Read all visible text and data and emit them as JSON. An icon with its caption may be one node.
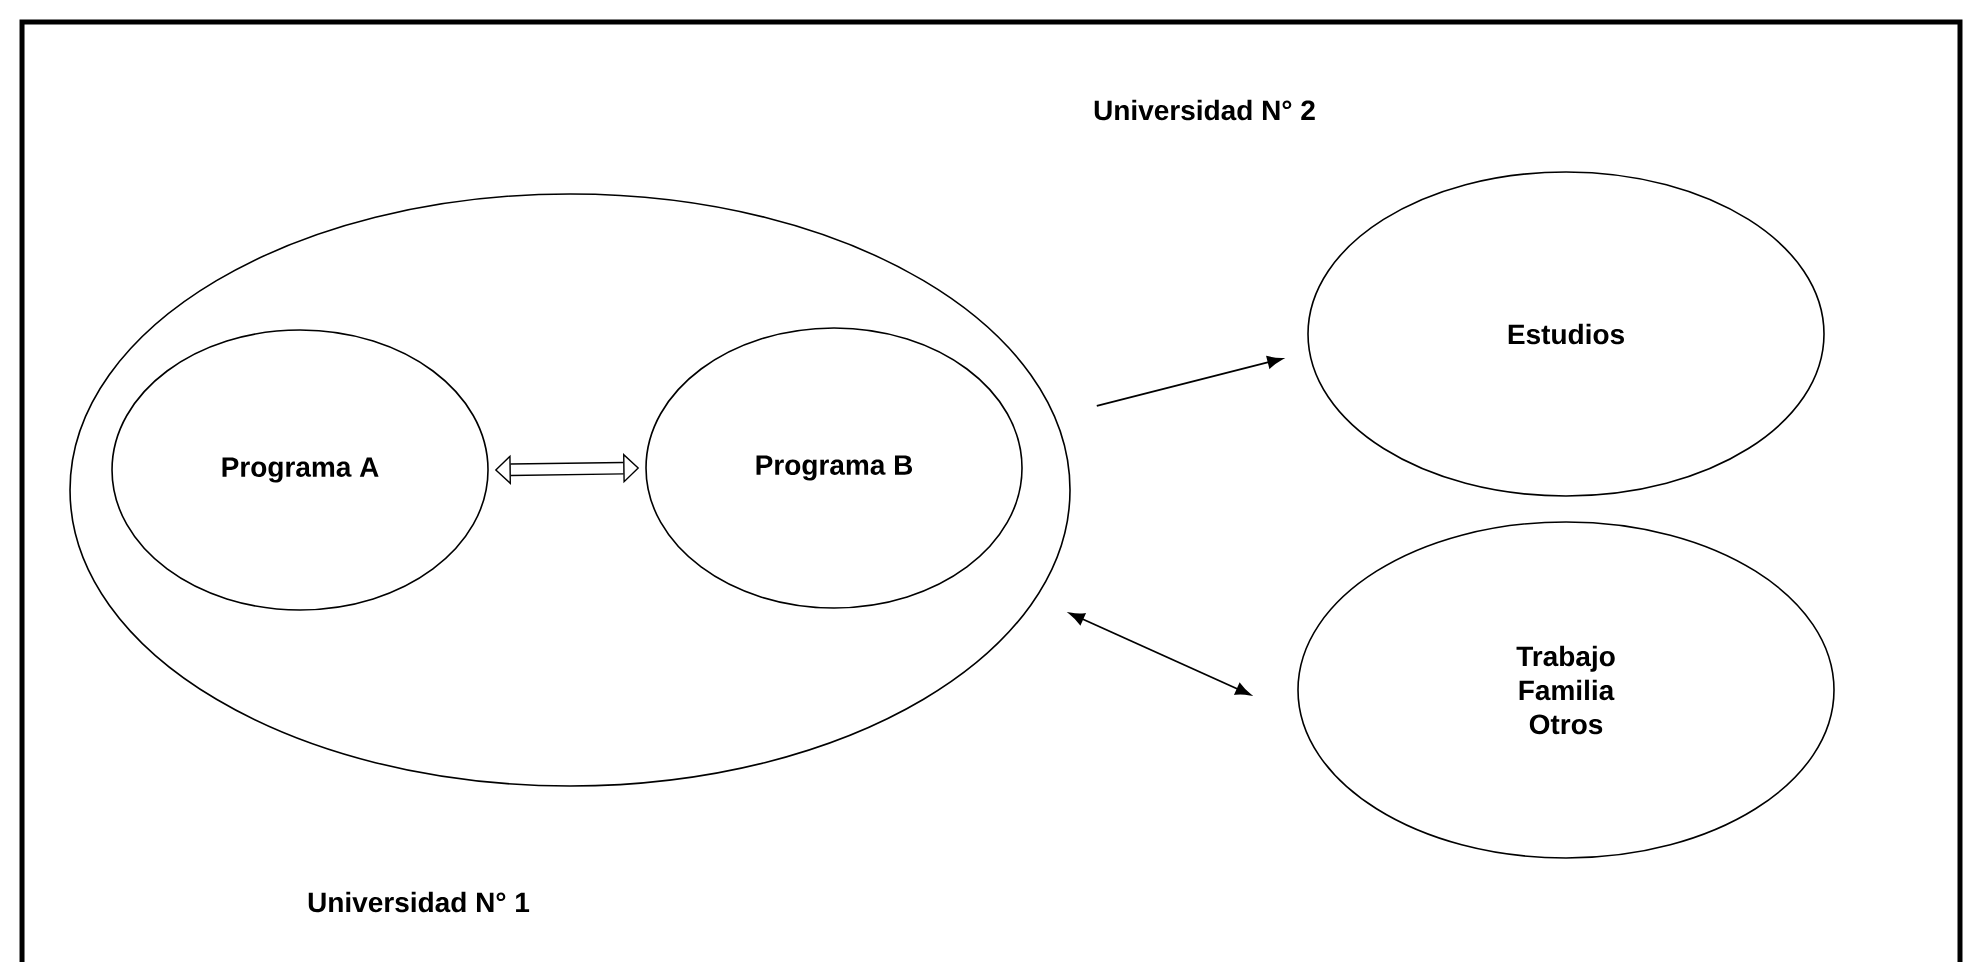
{
  "diagram": {
    "nodes": [
      {
        "text": [
          "Universidad N° 1"
        ]
      },
      {
        "text": [
          "Programa A"
        ],
        "in": 0
      },
      {
        "text": [
          "Programa B"
        ],
        "in": 0
      },
      {
        "text": [
          "Estudios"
        ]
      },
      {
        "text": [
          "Trabajo",
          "Familia",
          "Otros"
        ]
      }
    ],
    "edges": [
      {
        "from": 1,
        "to": 2,
        "arrow": "both",
        "style": "thick"
      },
      {
        "from": 0,
        "to": 3,
        "arrow": "to"
      },
      {
        "from": 0,
        "to": 4,
        "arrow": "both"
      }
    ],
    "labels": [
      "Universidad N° 2"
    ]
  }
}
